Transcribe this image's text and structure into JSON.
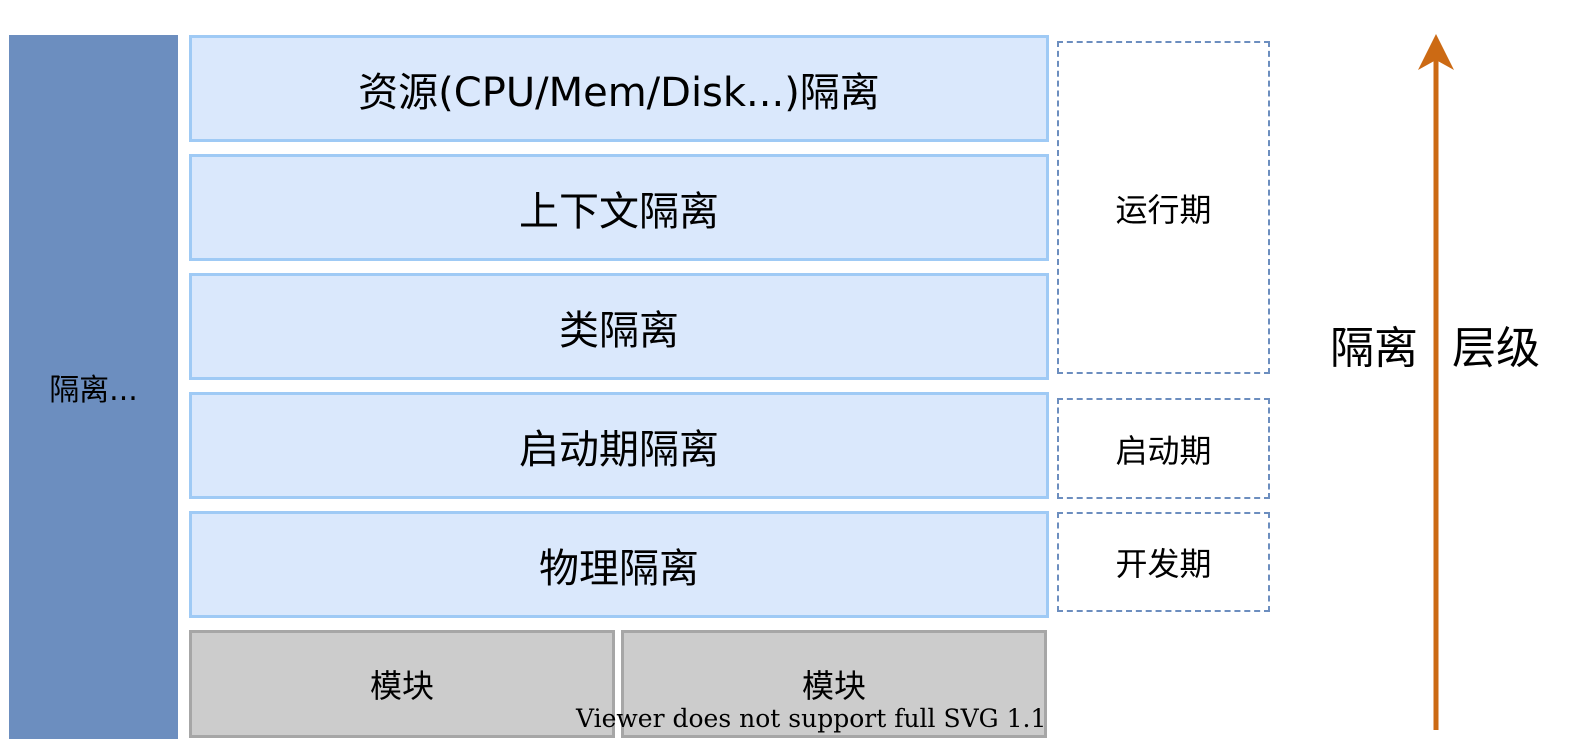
{
  "diagram": {
    "side_label": "隔离...",
    "layers": [
      "资源(CPU/Mem/Disk...)隔离",
      "上下文隔离",
      "类隔离",
      "启动期隔离",
      "物理隔离"
    ],
    "modules": [
      "模块",
      "模块"
    ],
    "phases": [
      "运行期",
      "启动期",
      "开发期"
    ],
    "axis_label_left": "隔离",
    "axis_label_right": "层级",
    "footer_note": "Viewer does not support full SVG 1.1",
    "colors": {
      "side_bar": "#6c8ebf",
      "layer_fill": "#dae8fc",
      "layer_border": "#9fcaf5",
      "module_fill": "#cccccc",
      "phase_border": "#6c8ebf",
      "arrow": "#cc6a14"
    }
  }
}
